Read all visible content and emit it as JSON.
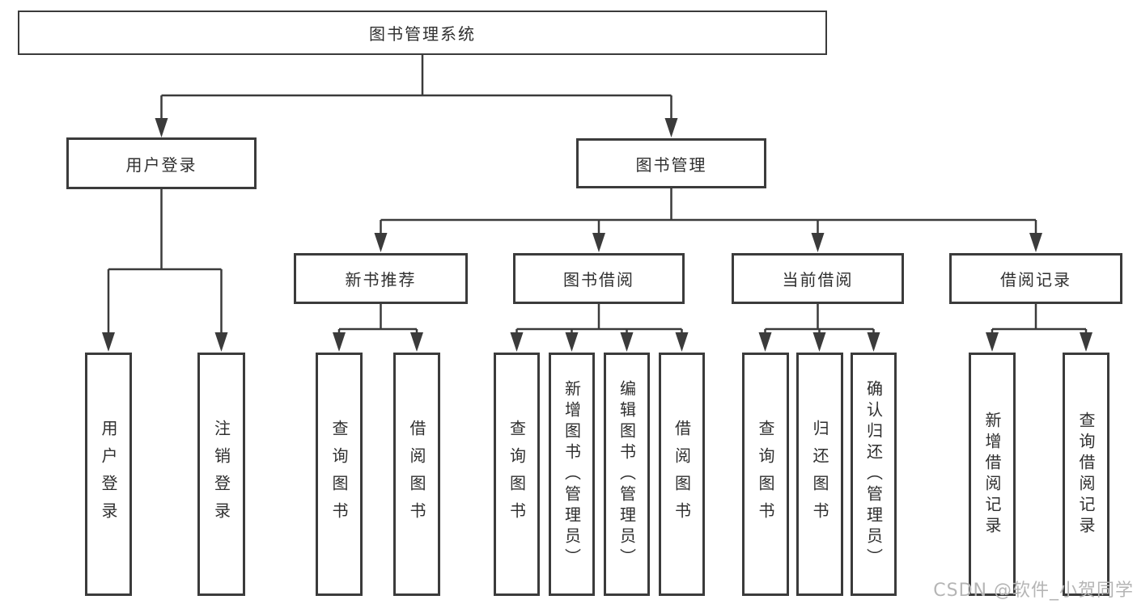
{
  "diagram": {
    "type": "tree",
    "title": "图书管理系统",
    "watermark": "CSDN @软件_小贺同学",
    "colors": {
      "line": "#3b3b3b",
      "text": "#2f2f2f",
      "box_background": "#ffffff",
      "watermark": "#b5b5b5"
    },
    "nodes": {
      "root": {
        "label": "图书管理系统",
        "parent": null
      },
      "login": {
        "label": "用户登录",
        "parent": "root"
      },
      "book_mgmt": {
        "label": "图书管理",
        "parent": "root"
      },
      "new_books": {
        "label": "新书推荐",
        "parent": "book_mgmt"
      },
      "book_borrow": {
        "label": "图书借阅",
        "parent": "book_mgmt"
      },
      "current_borrow": {
        "label": "当前借阅",
        "parent": "book_mgmt"
      },
      "borrow_records": {
        "label": "借阅记录",
        "parent": "book_mgmt"
      },
      "user_login": {
        "label": "用户登录",
        "parent": "login"
      },
      "logout": {
        "label": "注销登录",
        "parent": "login"
      },
      "nb_query_books": {
        "label": "查询图书",
        "parent": "new_books"
      },
      "nb_borrow_books": {
        "label": "借阅图书",
        "parent": "new_books"
      },
      "bb_query_books": {
        "label": "查询图书",
        "parent": "book_borrow"
      },
      "bb_add_books": {
        "label": "新增图书（管理员）",
        "parent": "book_borrow"
      },
      "bb_edit_books": {
        "label": "编辑图书（管理员）",
        "parent": "book_borrow"
      },
      "bb_borrow_books": {
        "label": "借阅图书",
        "parent": "book_borrow"
      },
      "cb_query_books": {
        "label": "查询图书",
        "parent": "current_borrow"
      },
      "cb_return_books": {
        "label": "归还图书",
        "parent": "current_borrow"
      },
      "cb_confirm_return": {
        "label": "确认归还（管理员）",
        "parent": "current_borrow"
      },
      "br_add_record": {
        "label": "新增借阅记录",
        "parent": "borrow_records"
      },
      "br_query_record": {
        "label": "查询借阅记录",
        "parent": "borrow_records"
      }
    }
  }
}
